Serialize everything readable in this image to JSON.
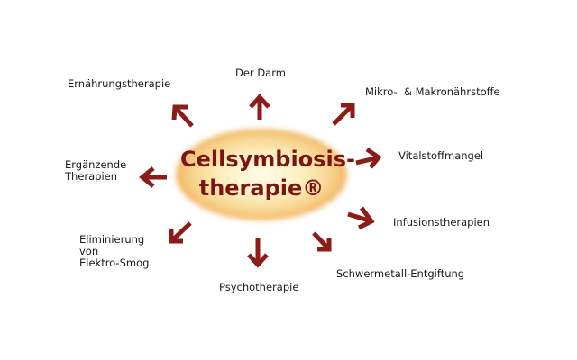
{
  "center": {
    "line1": "Cellsymbiosis-",
    "line2": "therapie®"
  },
  "labels": {
    "darm": "Der Darm",
    "ernaehrung": "Ernährungstherapie",
    "mikro": "Mikro-  & Makronährstoffe",
    "vital": "Vitalstoffmangel",
    "ergaenzend_1": "Ergänzende",
    "ergaenzend_2": "Therapien",
    "infusion": "Infusionstherapien",
    "elektro_1": "Eliminierung",
    "elektro_2": "von",
    "elektro_3": "Elektro-Smog",
    "schwermetall": "Schwermetall-Entgiftung",
    "psycho": "Psychotherapie"
  },
  "colors": {
    "arrow": "#8b1c17",
    "title": "#7a1512",
    "glow_inner": "#fff6d2",
    "glow_outer": "#f2b96a"
  }
}
